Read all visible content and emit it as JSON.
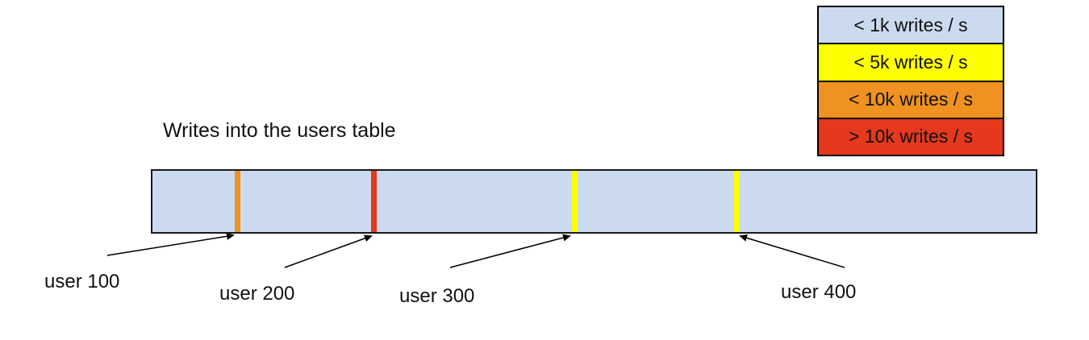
{
  "title": "Writes into the users table",
  "legend": [
    {
      "label": "< 1k writes / s",
      "color": "#cbdaee"
    },
    {
      "label": "< 5k writes / s",
      "color": "#feff00"
    },
    {
      "label": "< 10k writes / s",
      "color": "#ef9221"
    },
    {
      "label": "> 10k writes / s",
      "color": "#e5381c"
    }
  ],
  "bar": {
    "fill": "#cbdaee",
    "border": "#1a1a1a"
  },
  "markers": [
    {
      "user": "user 100",
      "color": "#ef9221",
      "position_pct": 9.6,
      "rate_bucket": "< 10k writes / s"
    },
    {
      "user": "user 200",
      "color": "#e5381c",
      "position_pct": 25.1,
      "rate_bucket": "> 10k writes / s"
    },
    {
      "user": "user 300",
      "color": "#feff00",
      "position_pct": 47.8,
      "rate_bucket": "< 5k writes / s"
    },
    {
      "user": "user 400",
      "color": "#feff00",
      "position_pct": 66.2,
      "rate_bucket": "< 5k writes / s"
    }
  ]
}
